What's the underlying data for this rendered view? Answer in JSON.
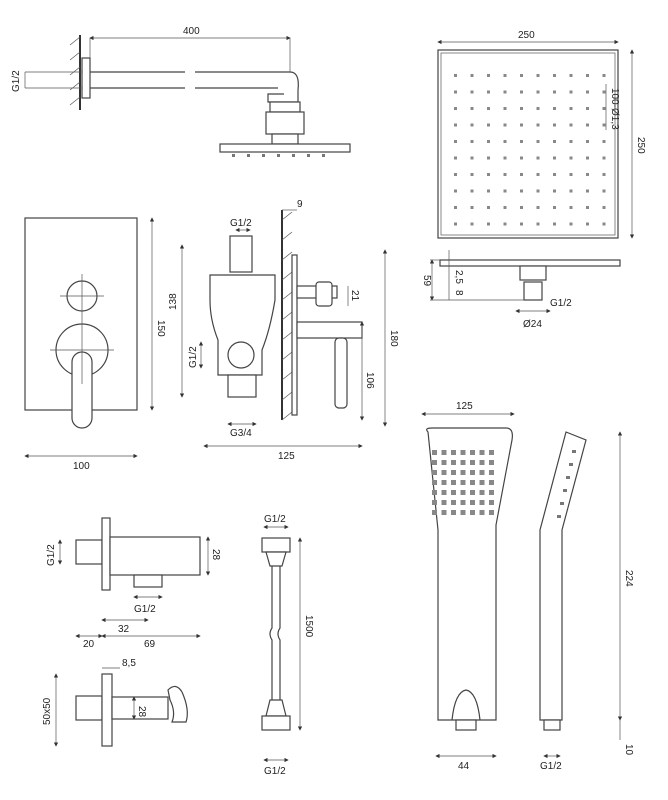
{
  "drawing": {
    "overhead_arm": {
      "length": "400",
      "thread": "G1/2"
    },
    "rain_head": {
      "width": "250",
      "height": "250",
      "nozzles": "100-Ø1,3",
      "thickness": "59",
      "plate": "2,5",
      "offset": "8",
      "thread": "G1/2",
      "diameter": "Ø24"
    },
    "mixer_plate": {
      "height": "150",
      "width": "100"
    },
    "mixer_body": {
      "wall": "9",
      "top_thread": "G1/2",
      "outlet": "21",
      "height_a": "138",
      "height_b": "180",
      "side_thread": "G1/2",
      "lever": "106",
      "bottom_thread": "G3/4",
      "depth": "125"
    },
    "hand_shower": {
      "width": "125",
      "length": "224",
      "bottom_width": "44",
      "thread": "G1/2",
      "tip": "10"
    },
    "wall_outlet": {
      "height": "28",
      "thread_in": "G1/2",
      "thread_out": "G1/2",
      "a": "32",
      "b": "20",
      "c": "69"
    },
    "hose": {
      "length": "1500",
      "thread_top": "G1/2",
      "thread_bottom": "G1/2"
    },
    "holder": {
      "offset": "8,5",
      "size": "50x50",
      "height": "28"
    }
  }
}
